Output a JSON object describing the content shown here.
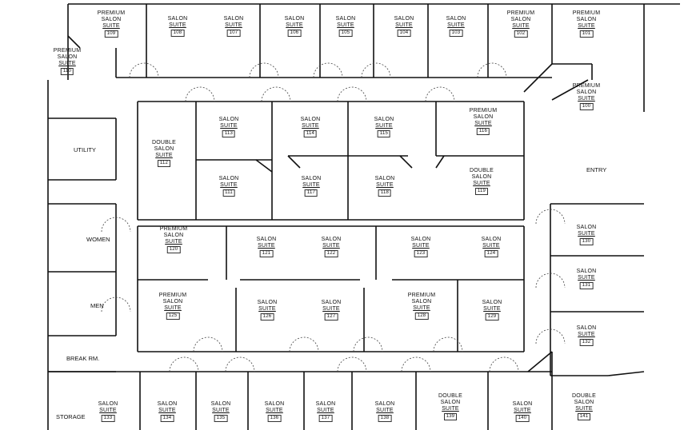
{
  "rooms": [
    {
      "lines": [
        "PREMIUM",
        "SALON",
        "SUITE"
      ],
      "number": "109"
    },
    {
      "lines": [
        "SALON",
        "SUITE"
      ],
      "number": "108"
    },
    {
      "lines": [
        "SALON",
        "SUITE"
      ],
      "number": "107"
    },
    {
      "lines": [
        "SALON",
        "SUITE"
      ],
      "number": "106"
    },
    {
      "lines": [
        "SALON",
        "SUITE"
      ],
      "number": "105"
    },
    {
      "lines": [
        "SALON",
        "SUITE"
      ],
      "number": "104"
    },
    {
      "lines": [
        "SALON",
        "SUITE"
      ],
      "number": "103"
    },
    {
      "lines": [
        "PREMIUM",
        "SALON",
        "SUITE"
      ],
      "number": "102"
    },
    {
      "lines": [
        "PREMIUM",
        "SALON",
        "SUITE"
      ],
      "number": "101"
    },
    {
      "lines": [
        "PREMIUM",
        "SALON",
        "SUITE"
      ],
      "number": "110"
    },
    {
      "lines": [
        "PREMIUM",
        "SALON",
        "SUITE"
      ],
      "number": "100"
    },
    {
      "lines": [
        "DOUBLE",
        "SALON",
        "SUITE"
      ],
      "number": "112"
    },
    {
      "lines": [
        "SALON",
        "SUITE"
      ],
      "number": "113"
    },
    {
      "lines": [
        "SALON",
        "SUITE"
      ],
      "number": "114"
    },
    {
      "lines": [
        "SALON",
        "SUITE"
      ],
      "number": "115"
    },
    {
      "lines": [
        "PREMIUM",
        "SALON",
        "SUITE"
      ],
      "number": "116"
    },
    {
      "lines": [
        "SALON",
        "SUITE"
      ],
      "number": "111"
    },
    {
      "lines": [
        "SALON",
        "SUITE"
      ],
      "number": "117"
    },
    {
      "lines": [
        "SALON",
        "SUITE"
      ],
      "number": "118"
    },
    {
      "lines": [
        "DOUBLE",
        "SALON",
        "SUITE"
      ],
      "number": "119"
    },
    {
      "lines": [
        "PREMIUM",
        "SALON",
        "SUITE"
      ],
      "number": "120"
    },
    {
      "lines": [
        "SALON",
        "SUITE"
      ],
      "number": "121"
    },
    {
      "lines": [
        "SALON",
        "SUITE"
      ],
      "number": "122"
    },
    {
      "lines": [
        "SALON",
        "SUITE"
      ],
      "number": "123"
    },
    {
      "lines": [
        "SALON",
        "SUITE"
      ],
      "number": "124"
    },
    {
      "lines": [
        "PREMIUM",
        "SALON",
        "SUITE"
      ],
      "number": "125"
    },
    {
      "lines": [
        "SALON",
        "SUITE"
      ],
      "number": "126"
    },
    {
      "lines": [
        "SALON",
        "SUITE"
      ],
      "number": "127"
    },
    {
      "lines": [
        "PREMIUM",
        "SALON",
        "SUITE"
      ],
      "number": "128"
    },
    {
      "lines": [
        "SALON",
        "SUITE"
      ],
      "number": "129"
    },
    {
      "lines": [
        "SALON",
        "SUITE"
      ],
      "number": "130"
    },
    {
      "lines": [
        "SALON",
        "SUITE"
      ],
      "number": "131"
    },
    {
      "lines": [
        "SALON",
        "SUITE"
      ],
      "number": "132"
    },
    {
      "lines": [
        "SALON",
        "SUITE"
      ],
      "number": "133"
    },
    {
      "lines": [
        "SALON",
        "SUITE"
      ],
      "number": "134"
    },
    {
      "lines": [
        "SALON",
        "SUITE"
      ],
      "number": "135"
    },
    {
      "lines": [
        "SALON",
        "SUITE"
      ],
      "number": "136"
    },
    {
      "lines": [
        "SALON",
        "SUITE"
      ],
      "number": "137"
    },
    {
      "lines": [
        "SALON",
        "SUITE"
      ],
      "number": "138"
    },
    {
      "lines": [
        "DOUBLE",
        "SALON",
        "SUITE"
      ],
      "number": "139"
    },
    {
      "lines": [
        "SALON",
        "SUITE"
      ],
      "number": "140"
    },
    {
      "lines": [
        "DOUBLE",
        "SALON",
        "SUITE"
      ],
      "number": "141"
    }
  ],
  "labels": {
    "utility": "UTILITY",
    "entry": "ENTRY",
    "women": "WOMEN",
    "men": "MEN",
    "break_room": "BREAK RM.",
    "storage": "STORAGE"
  }
}
